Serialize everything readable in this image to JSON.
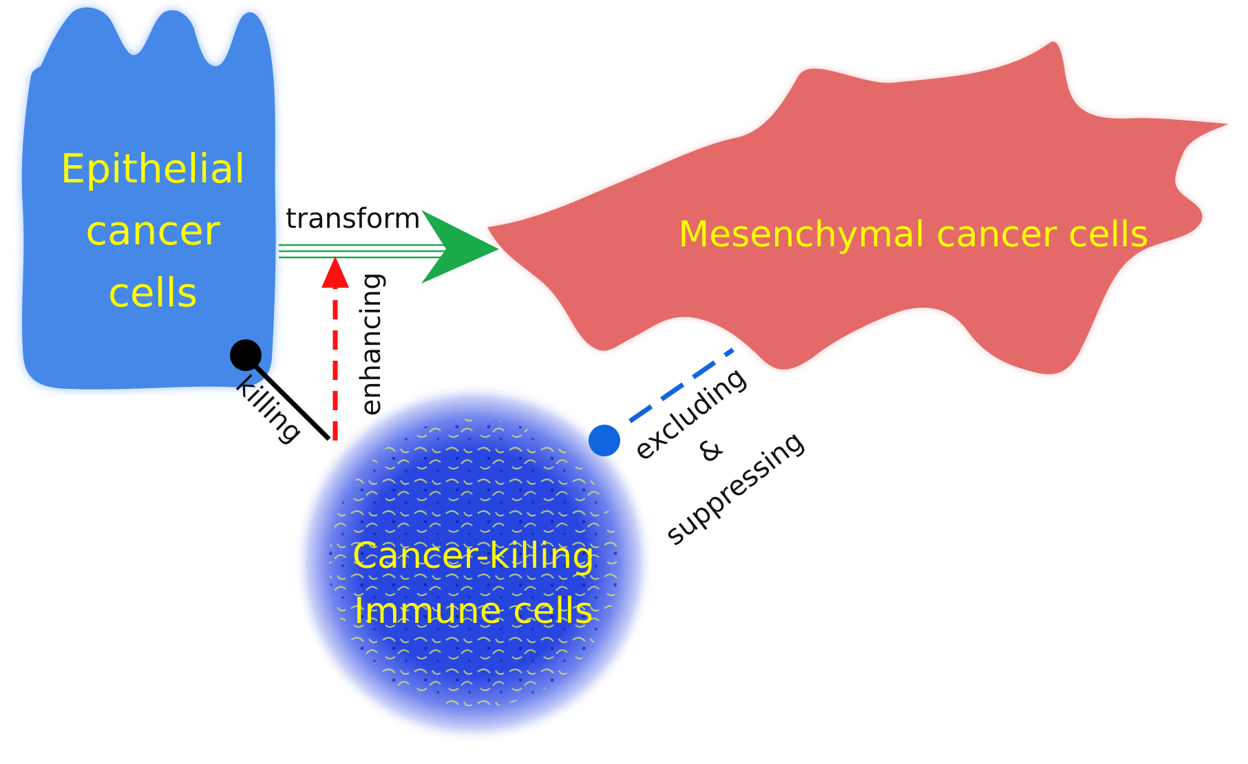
{
  "nodes": {
    "epithelial": {
      "label_lines": [
        "Epithelial",
        "cancer",
        "cells"
      ],
      "color": "#4488e8"
    },
    "mesenchymal": {
      "label": "Mesenchymal cancer cells",
      "color": "#e46a6a"
    },
    "immune": {
      "label_lines": [
        "Cancer-killing",
        "Immune cells"
      ],
      "color": "#2a46e0"
    }
  },
  "edges": {
    "transform": {
      "label": "transform",
      "color": "#1aaa4a"
    },
    "enhancing": {
      "label": "enhancing",
      "color": "#ff1111"
    },
    "killing": {
      "label": "killing",
      "color": "#000000"
    },
    "excluding": {
      "label_lines": [
        "excluding",
        "&",
        "suppressing"
      ],
      "color": "#1166e0"
    }
  },
  "text_color": "#ffff00"
}
